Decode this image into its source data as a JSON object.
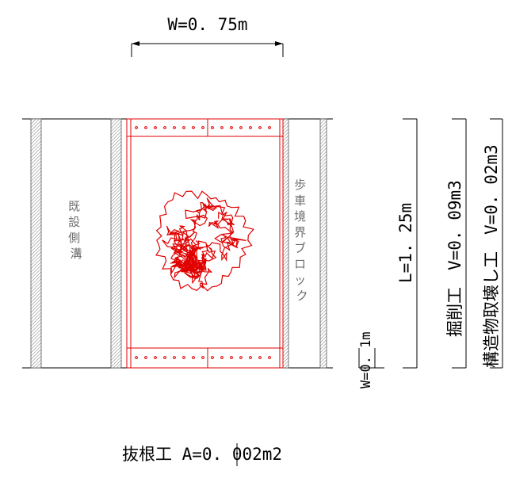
{
  "top_width_label": "W=0. 75m",
  "side_channel_label": "既設側溝",
  "curb_label": "歩車境界ブロック",
  "length_label": "L=1. 25m",
  "bottom_width_label": "W=0. 1m",
  "excavation_label": "掘削工　V=0. 09m3",
  "demolition_label": "構造物取壊し工　V=0. 02m3",
  "root_removal_label": "抜根工 A=0. 002m2",
  "colors": {
    "line": "#000000",
    "grey_text": "#6e6e6e",
    "red_markup": "#e00000",
    "hatch": "#7a7a7a"
  }
}
